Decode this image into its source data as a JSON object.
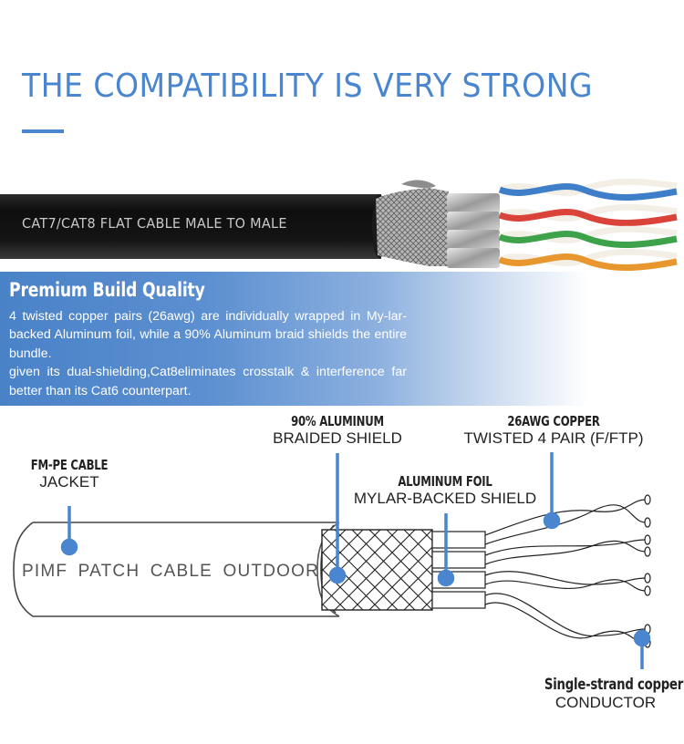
{
  "colors": {
    "accent": "#4a86cf",
    "label_text": "#222222",
    "band_start": "#4a82c8",
    "jacket": "#151515"
  },
  "heading": {
    "title": "THE COMPATIBILITY IS VERY STRONG"
  },
  "photo": {
    "jacket_label": "CAT7/CAT8 FLAT CABLE MALE TO MALE",
    "pair_colors": [
      "#3f7fc9",
      "#d9433a",
      "#3da24a",
      "#e8962e"
    ]
  },
  "quality": {
    "title": "Premium Build Quality",
    "paragraph_1": "4 twisted copper pairs (26awg) are individually wrapped in My-lar-backed Aluminum foil, while a 90% Aluminum braid shields the entire bundle.",
    "paragraph_2": "given its dual-shielding,Cat8eliminates crosstalk & interference far better than its Cat6 counterpart."
  },
  "diagram": {
    "cable_text": "PIMF PATCH CABLE OUTDOOR",
    "labels": {
      "jacket": {
        "bold": "FM-PE CABLE",
        "normal": "JACKET"
      },
      "braid": {
        "bold": "90% ALUMINUM",
        "normal": "BRAIDED SHIELD"
      },
      "foil": {
        "bold": "ALUMINUM FOIL",
        "normal": "MYLAR-BACKED SHIELD"
      },
      "pairs": {
        "bold": "26AWG COPPER",
        "normal": "TWISTED 4 PAIR (F/FTP)"
      },
      "conductor": {
        "bold": "Single-strand copper",
        "normal": "CONDUCTOR"
      }
    }
  }
}
